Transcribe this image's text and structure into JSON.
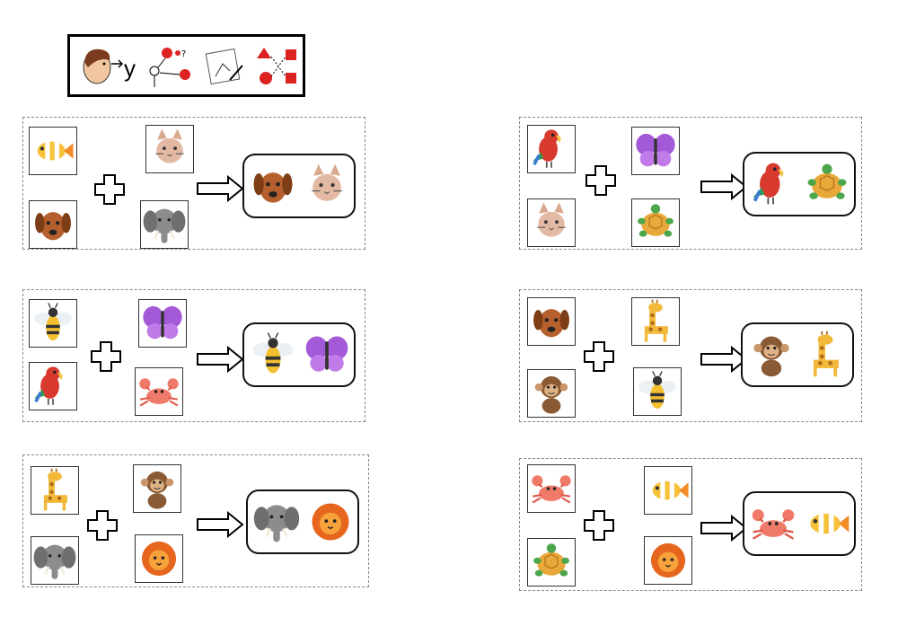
{
  "header": {
    "conjunction": "y",
    "pictograms": [
      "look-at-head-icon",
      "think-icon",
      "draw-icon",
      "relate-shapes-icon"
    ]
  },
  "exercises": [
    {
      "top": [
        "fish",
        "dog"
      ],
      "bottom": [
        "cat",
        "elephant"
      ],
      "answer": [
        "dog",
        "cat"
      ]
    },
    {
      "top": [
        "parrot",
        "cat"
      ],
      "bottom": [
        "butterfly",
        "turtle"
      ],
      "answer": [
        "parrot",
        "turtle"
      ]
    },
    {
      "top": [
        "bee",
        "parrot"
      ],
      "bottom": [
        "butterfly",
        "crab"
      ],
      "answer": [
        "bee",
        "butterfly"
      ]
    },
    {
      "top": [
        "dog",
        "monkey"
      ],
      "bottom": [
        "giraffe",
        "bee"
      ],
      "answer": [
        "monkey",
        "giraffe"
      ]
    },
    {
      "top": [
        "giraffe",
        "elephant"
      ],
      "bottom": [
        "monkey",
        "lion"
      ],
      "answer": [
        "elephant",
        "lion"
      ]
    },
    {
      "top": [
        "crab",
        "turtle"
      ],
      "bottom": [
        "fish",
        "lion"
      ],
      "answer": [
        "crab",
        "fish"
      ]
    }
  ],
  "colors": {
    "frame": "#000000",
    "panel_border": "#888888"
  }
}
